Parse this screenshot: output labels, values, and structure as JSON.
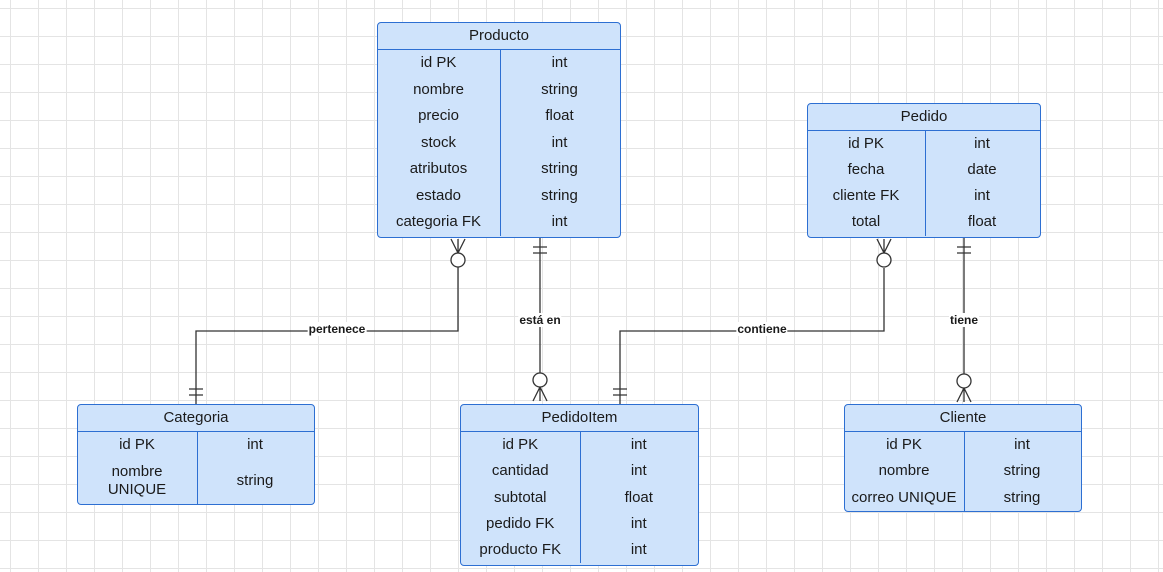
{
  "colors": {
    "entity_fill": "#cfe3fb",
    "entity_border": "#2d6fd2",
    "connector": "#333333"
  },
  "entities": [
    {
      "id": "producto",
      "title": "Producto",
      "rows": [
        [
          "id PK",
          "int"
        ],
        [
          "nombre",
          "string"
        ],
        [
          "precio",
          "float"
        ],
        [
          "stock",
          "int"
        ],
        [
          "atributos",
          "string"
        ],
        [
          "estado",
          "string"
        ],
        [
          "categoria FK",
          "int"
        ]
      ]
    },
    {
      "id": "pedido",
      "title": "Pedido",
      "rows": [
        [
          "id PK",
          "int"
        ],
        [
          "fecha",
          "date"
        ],
        [
          "cliente FK",
          "int"
        ],
        [
          "total",
          "float"
        ]
      ]
    },
    {
      "id": "categoria",
      "title": "Categoria",
      "rows": [
        [
          "id PK",
          "int"
        ],
        [
          "nombre\nUNIQUE",
          "string"
        ]
      ]
    },
    {
      "id": "pedidoitem",
      "title": "PedidoItem",
      "rows": [
        [
          "id PK",
          "int"
        ],
        [
          "cantidad",
          "int"
        ],
        [
          "subtotal",
          "float"
        ],
        [
          "pedido FK",
          "int"
        ],
        [
          "producto FK",
          "int"
        ]
      ]
    },
    {
      "id": "cliente",
      "title": "Cliente",
      "rows": [
        [
          "id PK",
          "int"
        ],
        [
          "nombre",
          "string"
        ],
        [
          "correo UNIQUE",
          "string"
        ]
      ]
    }
  ],
  "relationships": [
    {
      "id": "pertenece",
      "label": "pertenece",
      "from": "producto",
      "from_cardinality": "zero-or-many",
      "to": "categoria",
      "to_cardinality": "exactly-one"
    },
    {
      "id": "esta-en",
      "label": "está en",
      "from": "producto",
      "from_cardinality": "exactly-one",
      "to": "pedidoitem",
      "to_cardinality": "zero-or-many"
    },
    {
      "id": "contiene",
      "label": "contiene",
      "from": "pedido",
      "from_cardinality": "zero-or-many",
      "to": "pedidoitem",
      "to_cardinality": "exactly-one"
    },
    {
      "id": "tiene",
      "label": "tiene",
      "from": "pedido",
      "from_cardinality": "exactly-one",
      "to": "cliente",
      "to_cardinality": "zero-or-many"
    }
  ]
}
